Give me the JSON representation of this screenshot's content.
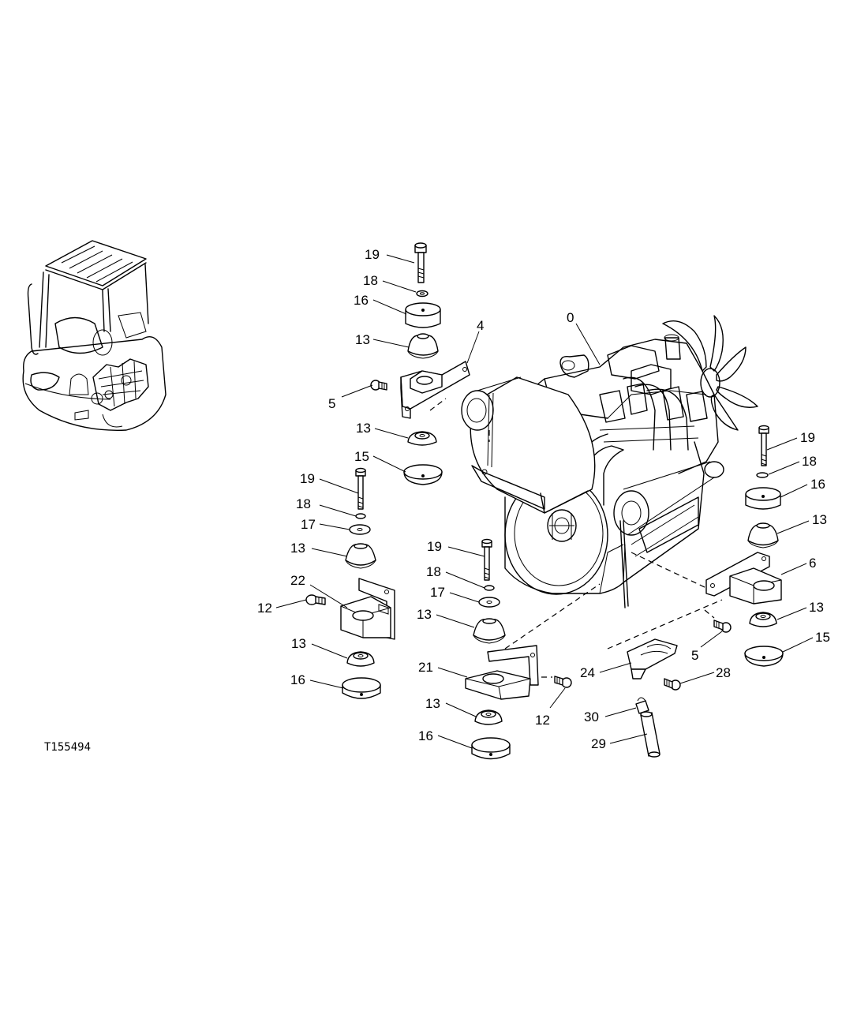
{
  "figure": {
    "reference_id": "T155494"
  },
  "callouts": {
    "c0": "0",
    "c4": "4",
    "c5a": "5",
    "c19a": "19",
    "c18a": "18",
    "c16a": "16",
    "c13a": "13",
    "c13b": "13",
    "c15a": "15",
    "c19b": "19",
    "c18b": "18",
    "c17a": "17",
    "c13c": "13",
    "c22": "22",
    "c12a": "12",
    "c13d": "13",
    "c16b": "16",
    "c19c": "19",
    "c18c": "18",
    "c17b": "17",
    "c13e": "13",
    "c21": "21",
    "c12b": "12",
    "c13f": "13",
    "c16c": "16",
    "c19d": "19",
    "c18d": "18",
    "c16d": "16",
    "c13g": "13",
    "c6": "6",
    "c13h": "13",
    "c15b": "15",
    "c5b": "5",
    "c24": "24",
    "c28": "28",
    "c30": "30",
    "c29": "29"
  }
}
